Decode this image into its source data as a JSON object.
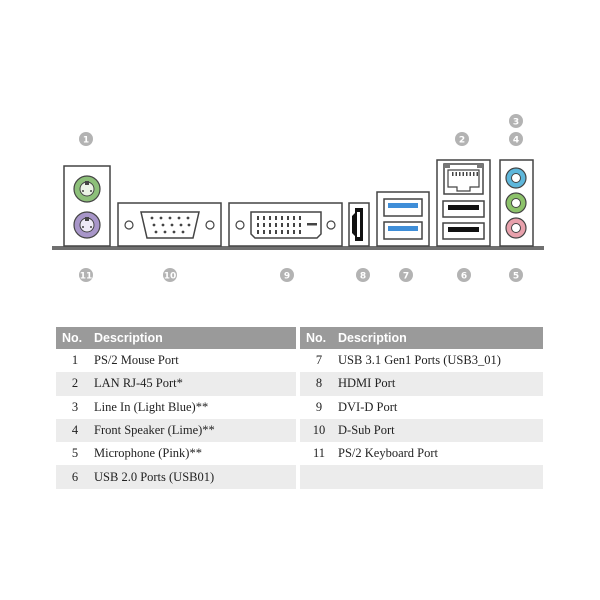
{
  "callouts": {
    "top": [
      "1",
      "2",
      "3",
      "4"
    ],
    "bottom": [
      "11",
      "10",
      "9",
      "8",
      "7",
      "6",
      "5"
    ]
  },
  "colors": {
    "ps2_mouse": "#8dc07a",
    "ps2_keyboard": "#a896c9",
    "line_in": "#5eb7db",
    "front_speaker": "#8cc26a",
    "microphone": "#e8a1ac",
    "usb31_blue": "#3f8ed8",
    "callout_gray": "#b3b3b3"
  },
  "table": {
    "headers": {
      "no": "No.",
      "description": "Description"
    },
    "left_rows": [
      {
        "no": "1",
        "desc": "PS/2 Mouse Port"
      },
      {
        "no": "2",
        "desc": "LAN RJ-45 Port*"
      },
      {
        "no": "3",
        "desc": "Line In (Light Blue)**"
      },
      {
        "no": "4",
        "desc": "Front Speaker (Lime)**"
      },
      {
        "no": "5",
        "desc": "Microphone (Pink)**"
      },
      {
        "no": "6",
        "desc": "USB 2.0 Ports (USB01)"
      }
    ],
    "right_rows": [
      {
        "no": "7",
        "desc": "USB 3.1 Gen1 Ports (USB3_01)"
      },
      {
        "no": "8",
        "desc": "HDMI Port"
      },
      {
        "no": "9",
        "desc": "DVI-D Port"
      },
      {
        "no": "10",
        "desc": "D-Sub Port"
      },
      {
        "no": "11",
        "desc": "PS/2 Keyboard Port"
      }
    ]
  }
}
